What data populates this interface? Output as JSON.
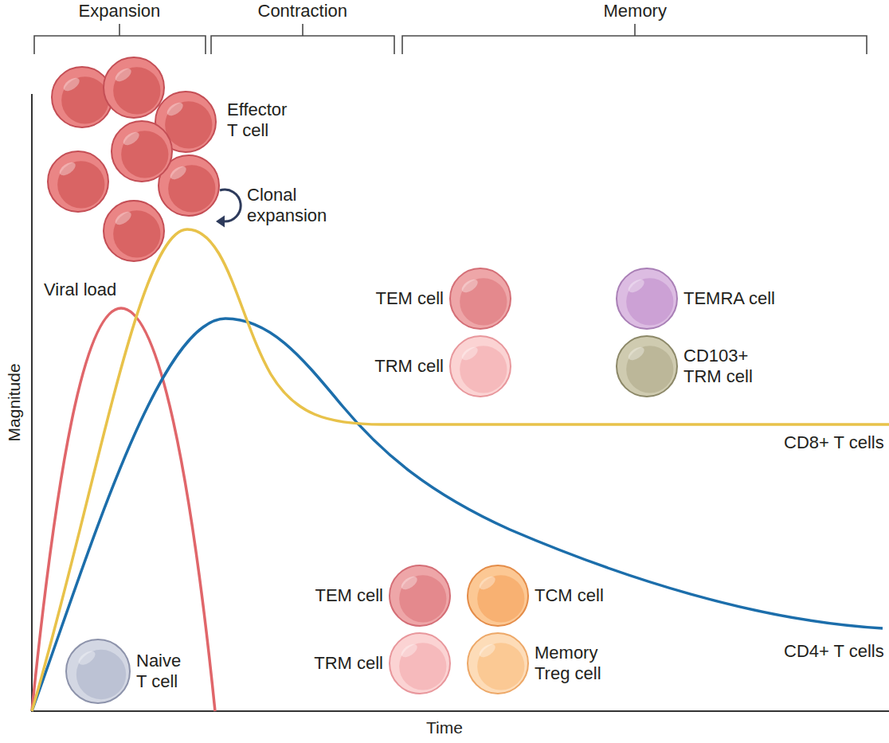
{
  "diagram": {
    "nodes": [
      {
        "text": [
          "Effector T cell"
        ]
      },
      {
        "text": [
          "TEM cell"
        ]
      },
      {
        "text": [
          "TEMRA cell"
        ]
      },
      {
        "text": [
          "TRM cell"
        ]
      },
      {
        "text": [
          "CD103+ TRM cell"
        ]
      },
      {
        "text": [
          "TEM cell"
        ]
      },
      {
        "text": [
          "TCM cell"
        ]
      },
      {
        "text": [
          "Naive T cell"
        ]
      },
      {
        "text": [
          "TRM cell"
        ]
      },
      {
        "text": [
          "Memory Treg cell"
        ]
      }
    ],
    "labels": [
      "Expansion",
      "Contraction",
      "Memory",
      "Clonal expansion",
      "Viral load",
      "CD8+ T cells",
      "CD4+ T cells",
      "Magnitude",
      "Time"
    ]
  }
}
